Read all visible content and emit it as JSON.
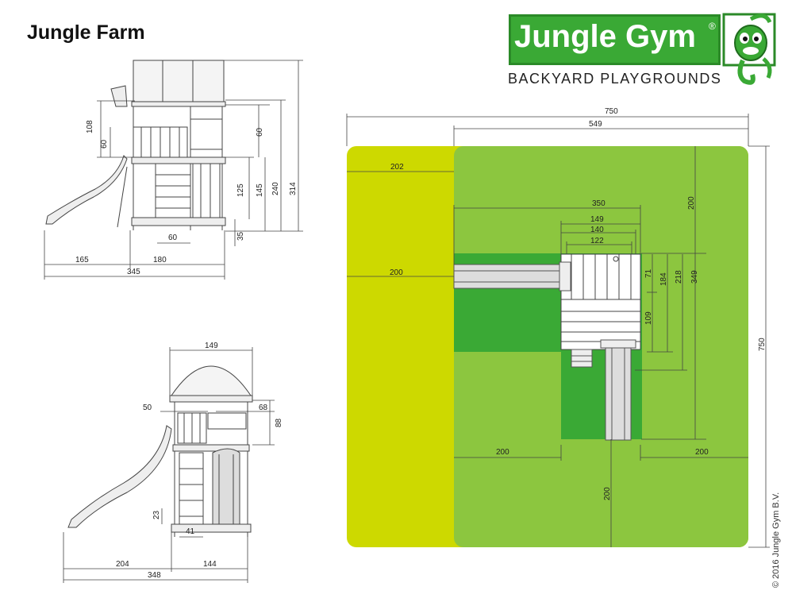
{
  "title": "Jungle Farm",
  "logo": {
    "brand": "Jungle Gym",
    "registered": "®",
    "tagline": "BACKYARD PLAYGROUNDS",
    "brand_color": "#3aa935"
  },
  "copyright": "© 2016 Jungle Gym B.V.",
  "colors": {
    "safety_outer": "#cdd900",
    "safety_inner": "#8cc63f",
    "footprint": "#3aa935",
    "line": "#444444"
  },
  "front_view": {
    "dims": {
      "d108": "108",
      "d60a": "60",
      "d60b": "60",
      "d125": "125",
      "d145": "145",
      "d240": "240",
      "d314": "314",
      "d35": "35",
      "d60c": "60",
      "d165": "165",
      "d180": "180",
      "d345": "345"
    }
  },
  "side_view": {
    "dims": {
      "d149": "149",
      "d50": "50",
      "d68": "68",
      "d88": "88",
      "d23": "23",
      "d41": "41",
      "d204": "204",
      "d144": "144",
      "d348": "348"
    }
  },
  "top_view": {
    "dims": {
      "d750w": "750",
      "d549": "549",
      "d202": "202",
      "d200l": "200",
      "d350": "350",
      "d149": "149",
      "d140": "140",
      "d122": "122",
      "d200t": "200",
      "d71": "71",
      "d184": "184",
      "d218": "218",
      "d349": "349",
      "d109": "109",
      "d750h": "750",
      "d200bl": "200",
      "d200br": "200",
      "d200b": "200"
    }
  }
}
